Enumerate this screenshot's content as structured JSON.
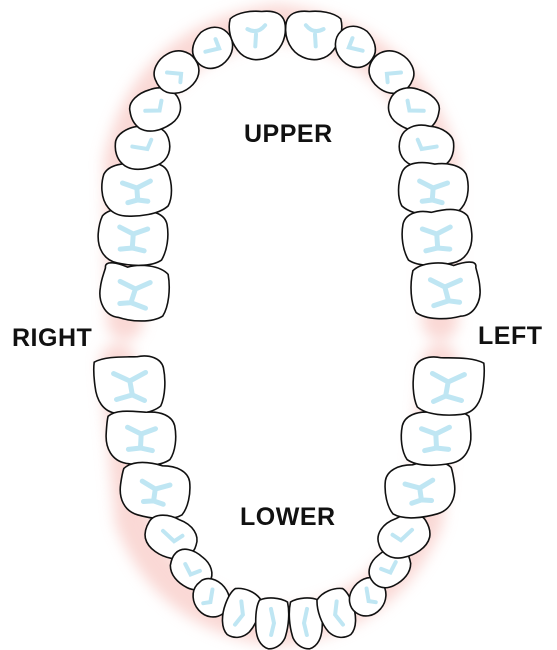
{
  "labels": {
    "upper": "UPPER",
    "lower": "LOWER",
    "right": "RIGHT",
    "left": "LEFT"
  },
  "colors": {
    "gum_glow": "#f6b9b3",
    "tooth_fill": "#ffffff",
    "tooth_outline": "#111111",
    "tooth_shade": "#bfe6f3",
    "label_text": "#111111"
  },
  "arches": {
    "upper": {
      "tooth_count": 16
    },
    "lower": {
      "tooth_count": 16
    }
  }
}
